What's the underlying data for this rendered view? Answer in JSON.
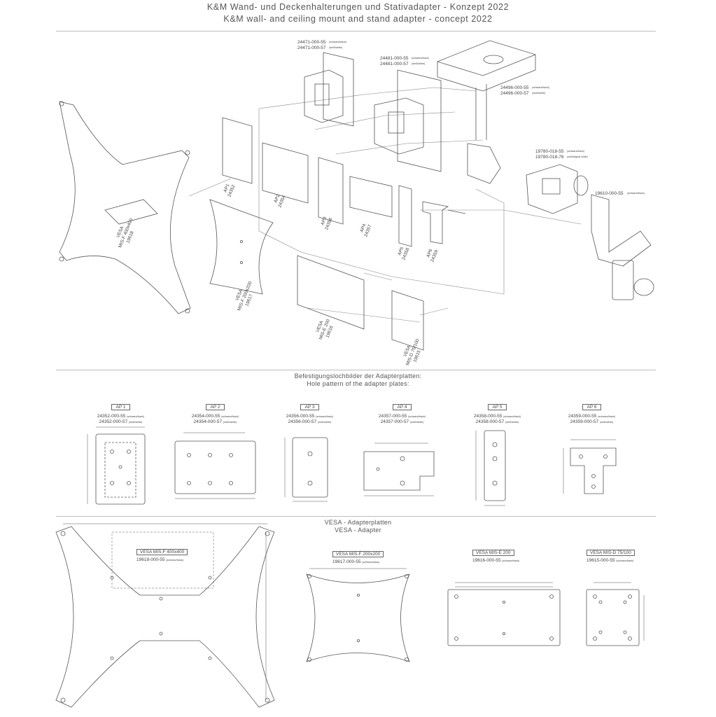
{
  "header": {
    "title_de": "K&M Wand- und Deckenhalterungen und Stativadapter - Konzept 2022",
    "title_en": "K&M wall- and ceiling mount and stand adapter - concept 2022"
  },
  "exploded": {
    "mounts": [
      {
        "id": "m1",
        "codes": [
          "24471-000-55",
          "24471-000-57"
        ],
        "notes": [
          "(schwarz/black)",
          "(weiß/white)"
        ]
      },
      {
        "id": "m2",
        "codes": [
          "24481-000-55",
          "24481-000-57"
        ],
        "notes": [
          "(schwarz/black)",
          "(weiß/white)"
        ]
      },
      {
        "id": "m3",
        "codes": [
          "24496-000-55",
          "24496-000-57"
        ],
        "notes": [
          "(schwarz/black)",
          "(weiß/white)"
        ]
      },
      {
        "id": "m4",
        "codes": [
          "19780-018-55",
          "19780-018-76"
        ],
        "notes": [
          "(schwarz/black)",
          "(weiß/signal white)"
        ]
      },
      {
        "id": "m5",
        "codes": [
          "19610-000-55"
        ],
        "notes": [
          "(schwarz/black)"
        ]
      }
    ],
    "plates": [
      {
        "name": "AP1",
        "code": "24352"
      },
      {
        "name": "AP2",
        "code": "24354"
      },
      {
        "name": "AP3",
        "code": "24356"
      },
      {
        "name": "AP4",
        "code": "24357"
      },
      {
        "name": "AP5",
        "code": "24358"
      },
      {
        "name": "AP6",
        "code": "24359"
      }
    ],
    "vesa": [
      {
        "name": "VESA",
        "model": "MIS-F 400x400",
        "code": "19618"
      },
      {
        "name": "VESA",
        "model": "MIS-F 200x200",
        "code": "19617"
      },
      {
        "name": "VESA",
        "model": "MIS-E 200",
        "code": "19616"
      },
      {
        "name": "VESA",
        "model": "MIS-D 75/100",
        "code": "19615"
      }
    ]
  },
  "hole_section": {
    "title_de": "Befestigungslochbilder der Adapterplatten:",
    "title_en": "Hole pattern of the adapter plates:",
    "plates": [
      {
        "tag": "AP 1",
        "code_black": "24352-000-55",
        "code_white": "24352-000-57"
      },
      {
        "tag": "AP 2",
        "code_black": "24354-000-55",
        "code_white": "24354-000-57"
      },
      {
        "tag": "AP 3",
        "code_black": "24356-000-55",
        "code_white": "24356-000-57"
      },
      {
        "tag": "AP 4",
        "code_black": "24357-000-55",
        "code_white": "24357-000-57"
      },
      {
        "tag": "AP 5",
        "code_black": "24358-000-55",
        "code_white": "24358-000-57"
      },
      {
        "tag": "AP 6",
        "code_black": "24359-000-55",
        "code_white": "24359-000-57"
      }
    ],
    "note_black": "(schwarz/black)",
    "note_white": "(weiß/white)"
  },
  "vesa_section": {
    "title_de": "VESA - Adapterplatten",
    "title_en": "VESA - Adapter",
    "note_black": "(schwarz/black)",
    "plates": [
      {
        "tag": "VESA MIS-F 400x400",
        "code": "19618-000-55"
      },
      {
        "tag": "VESA MIS-F 200x200",
        "code": "19617-000-55"
      },
      {
        "tag": "VESA MIS-E 200",
        "code": "19616-000-55"
      },
      {
        "tag": "VESA MIS-D 75/100",
        "code": "19615-000-55"
      }
    ]
  }
}
